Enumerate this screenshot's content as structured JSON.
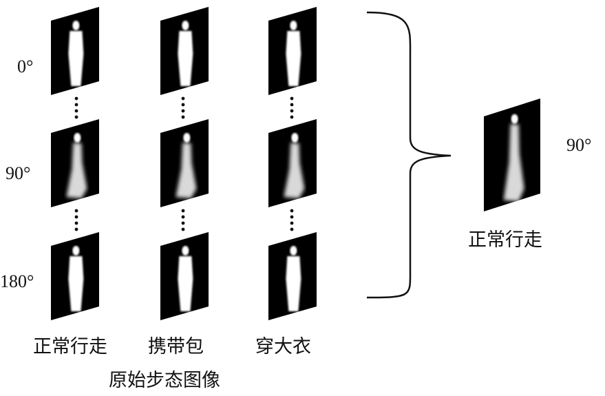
{
  "angles": [
    "0°",
    "90°",
    "180°"
  ],
  "columns": [
    "正常行走",
    "携带包",
    "穿大衣"
  ],
  "group_label": "原始步态图像",
  "result": {
    "angle": "90°",
    "label": "正常行走"
  },
  "colors": {
    "frame": "#000000",
    "silhouette": "#ffffff",
    "line": "#111111"
  }
}
